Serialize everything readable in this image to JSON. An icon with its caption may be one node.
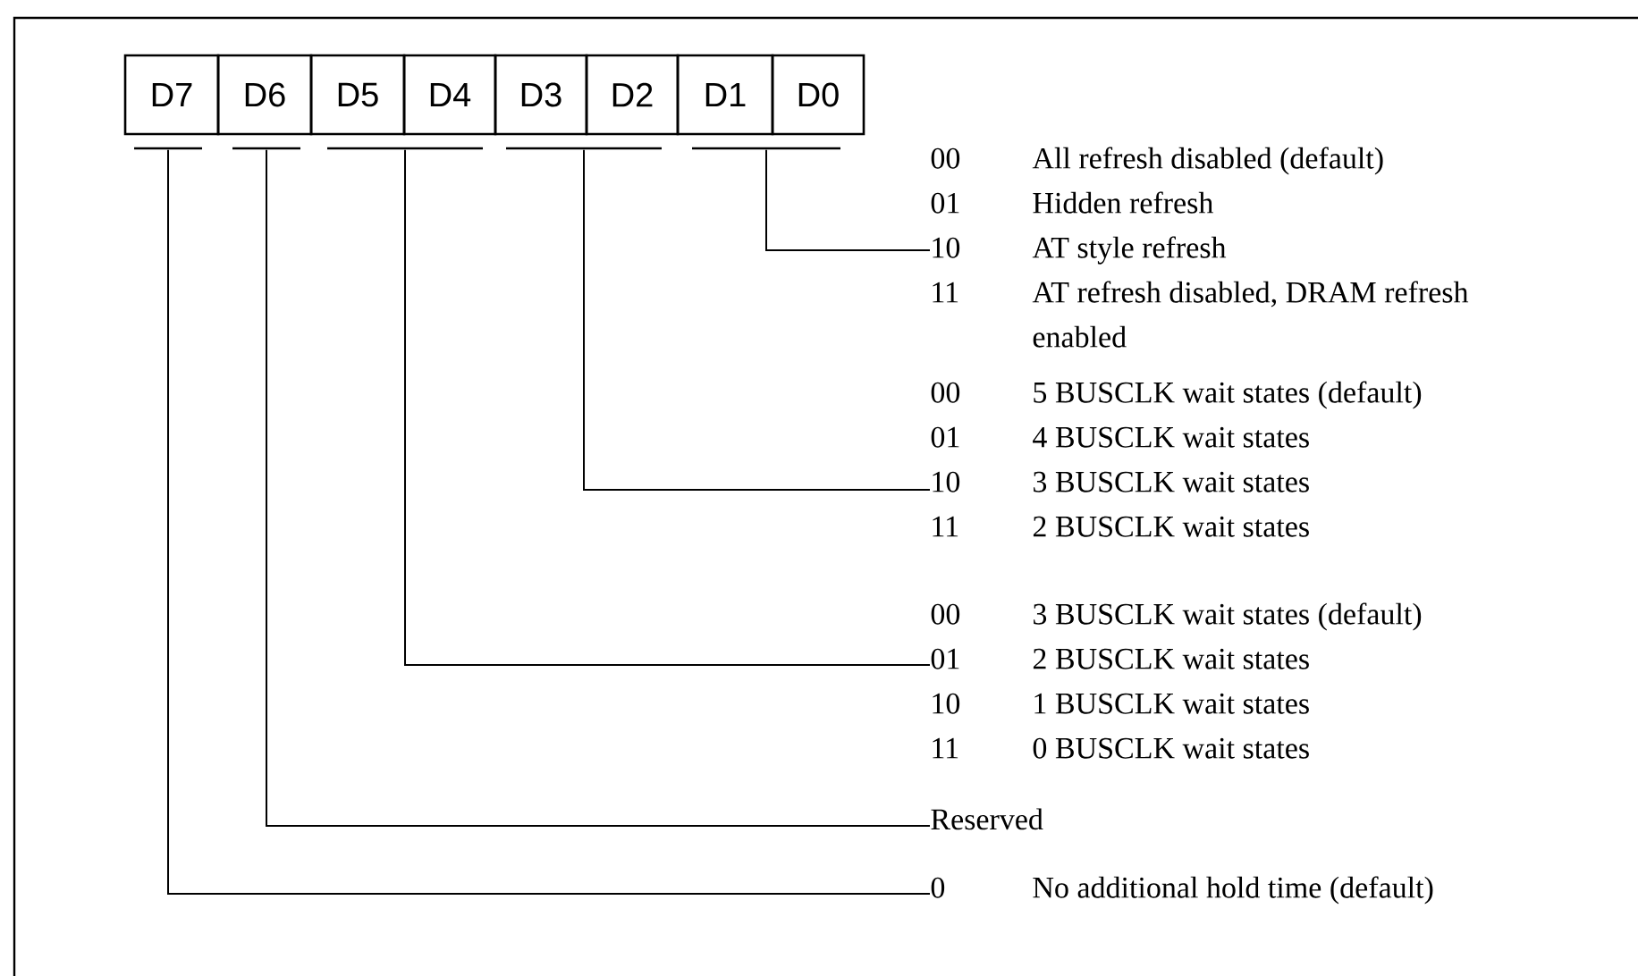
{
  "diagram": {
    "nodes": [
      {
        "text": [
          "D7"
        ]
      },
      {
        "text": [
          "D6"
        ]
      },
      {
        "text": [
          "D5"
        ]
      },
      {
        "text": [
          "D4"
        ]
      },
      {
        "text": [
          "D3"
        ]
      },
      {
        "text": [
          "D2"
        ]
      },
      {
        "text": [
          "D1"
        ]
      },
      {
        "text": [
          "D0"
        ]
      },
      {
        "text": [],
        "shape": "bar"
      },
      {
        "text": [],
        "shape": "bar"
      },
      {
        "text": [],
        "shape": "bar"
      },
      {
        "text": [],
        "shape": "bar"
      },
      {
        "text": [],
        "shape": "bar"
      },
      {
        "text": [
          "00",
          "All refresh disabled (default)",
          "01",
          "Hidden refresh",
          "10",
          "AT style refresh",
          "11",
          "AT refresh disabled, DRAM refresh enabled"
        ]
      },
      {
        "text": [
          "00",
          "5 BUSCLK wait states (default)",
          "01",
          "4 BUSCLK wait states",
          "10",
          "3 BUSCLK wait states",
          "11",
          "2 BUSCLK wait states"
        ]
      },
      {
        "text": [
          "00",
          "3 BUSCLK wait states (default)",
          "01",
          "2 BUSCLK wait states",
          "10",
          "1 BUSCLK wait states",
          "11",
          "0 BUSCLK wait states"
        ]
      },
      {
        "text": [
          "Reserved"
        ]
      },
      {
        "text": [
          "0",
          "No additional hold time (default)"
        ]
      }
    ],
    "edges": [
      {
        "from": 12,
        "to": 13,
        "arrow": "none"
      },
      {
        "from": 11,
        "to": 14,
        "arrow": "none"
      },
      {
        "from": 10,
        "to": 15,
        "arrow": "none"
      },
      {
        "from": 9,
        "to": 16,
        "arrow": "none"
      },
      {
        "from": 8,
        "to": 17,
        "arrow": "none"
      }
    ]
  }
}
